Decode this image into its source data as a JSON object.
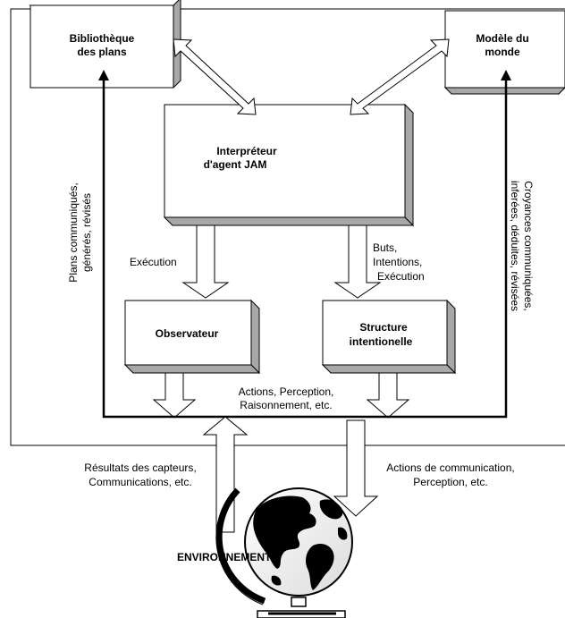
{
  "boxes": {
    "plan_library": [
      "Bibliothèque",
      "des plans"
    ],
    "world_model": [
      "Modèle du",
      "monde"
    ],
    "interpreter": [
      "Interpréteur",
      "d'agent JAM"
    ],
    "observer": [
      "Observateur"
    ],
    "intention_structure": [
      "Structure",
      "intentionelle"
    ]
  },
  "labels": {
    "execution_left": "Exécution",
    "goals": [
      "Buts,",
      "Intentions,",
      "Exécution"
    ],
    "actions_center": [
      "Actions, Perception,",
      "Raisonnement, etc."
    ],
    "plans_vertical": [
      "Plans communiqués,",
      "générés, révisés"
    ],
    "beliefs_vertical": [
      "Croyances communiquées,",
      "inferées, déduites, révisées"
    ],
    "sensor_results": [
      "Résultats des capteurs,",
      "Communications, etc."
    ],
    "comm_actions": [
      "Actions de communication,",
      "Perception, etc."
    ],
    "environment": "ENVIRONNEMENT"
  },
  "colors": {
    "box_fill": "#ffffff",
    "box_shadow": "#a8a8a8",
    "line": "#000000"
  }
}
